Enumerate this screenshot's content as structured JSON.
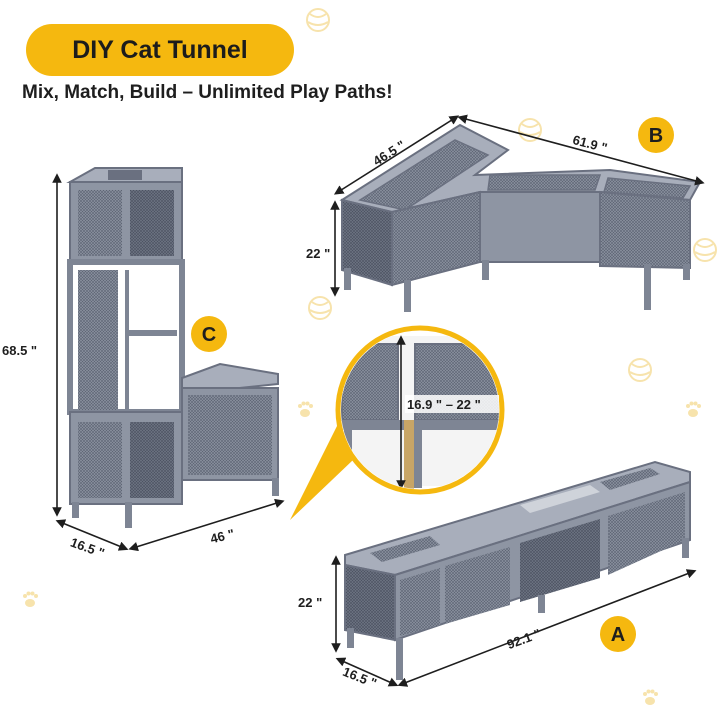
{
  "header": {
    "title": "DIY Cat Tunnel",
    "subtitle": "Mix, Match, Build – Unlimited Play Paths!"
  },
  "config_b": {
    "badge": "B",
    "depth": "46.5 \"",
    "width": "61.9 \"",
    "height": "22 \""
  },
  "config_c": {
    "badge": "C",
    "height": "68.5 \"",
    "depth": "16.5 \"",
    "width": "46 \""
  },
  "config_a": {
    "badge": "A",
    "height": "22 \"",
    "depth": "16.5 \"",
    "width": "92.1 \""
  },
  "callout": {
    "adjustable_height": "16.9 \" – 22 \""
  },
  "colors": {
    "accent": "#f5b80f",
    "frame": "#7e8594",
    "mesh": "#5f6675",
    "text": "#1e1e1e"
  },
  "icons": [
    "cat-icon",
    "paw-icon",
    "yarn-ball-icon"
  ]
}
